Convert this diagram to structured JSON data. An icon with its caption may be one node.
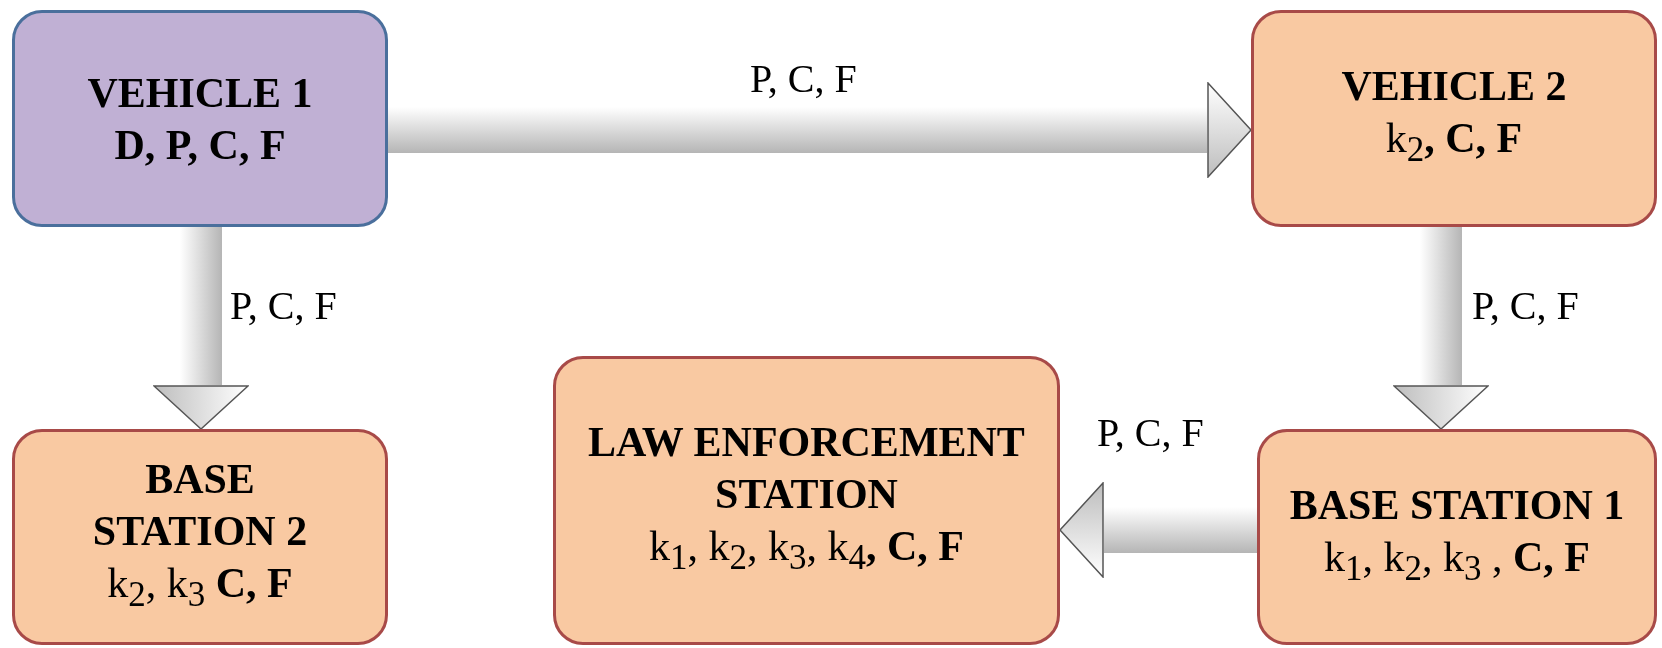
{
  "diagram": {
    "nodes": [
      {
        "text": [
          "VEHICLE 1",
          "D, P, C, F"
        ]
      },
      {
        "text": [
          "VEHICLE 2",
          "k$_{2}$**, C, F**"
        ]
      },
      {
        "text": [
          "BASE STATION 2",
          "k$_{2}$, k$_{3}$ **C, F**"
        ]
      },
      {
        "text": [
          "LAW ENFORCEMENT STATION",
          "k$_{1}$, k$_{2}$, k$_{3}$, k$_{4}$**, C, F**"
        ]
      },
      {
        "text": [
          "BASE STATION 1",
          "k$_{1}$, k$_{2}$, k$_{3}$ , **C, F**"
        ]
      }
    ],
    "edges": [
      {
        "from": 0,
        "to": 1,
        "arrow": "to",
        "label": "P, C, F"
      },
      {
        "from": 0,
        "to": 2,
        "arrow": "to",
        "label": "P, C, F"
      },
      {
        "from": 1,
        "to": 4,
        "arrow": "to",
        "label": "P, C, F"
      },
      {
        "from": 4,
        "to": 3,
        "arrow": "to",
        "label": "P, C, F"
      }
    ]
  }
}
